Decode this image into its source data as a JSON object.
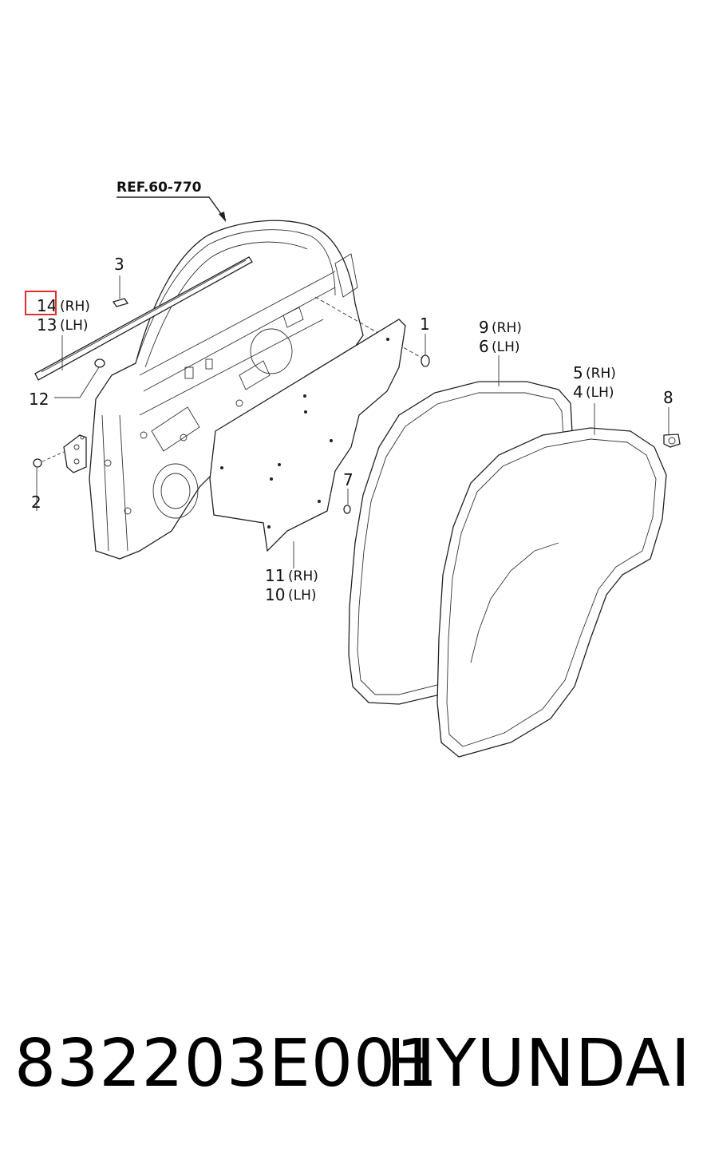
{
  "reference": "REF.60-770",
  "highlight": {
    "color": "#e03030",
    "target": "14"
  },
  "callouts": [
    {
      "id": "c1",
      "number": "1"
    },
    {
      "id": "c2",
      "number": "2"
    },
    {
      "id": "c3",
      "number": "3"
    },
    {
      "id": "c4",
      "number": "4",
      "side": "(LH)"
    },
    {
      "id": "c5",
      "number": "5",
      "side": "(RH)"
    },
    {
      "id": "c6",
      "number": "6",
      "side": "(LH)"
    },
    {
      "id": "c7",
      "number": "7"
    },
    {
      "id": "c8",
      "number": "8"
    },
    {
      "id": "c9",
      "number": "9",
      "side": "(RH)"
    },
    {
      "id": "c10",
      "number": "10",
      "side": "(LH)"
    },
    {
      "id": "c11",
      "number": "11",
      "side": "(RH)"
    },
    {
      "id": "c12",
      "number": "12"
    },
    {
      "id": "c13",
      "number": "13",
      "side": "(LH)"
    },
    {
      "id": "c14",
      "number": "14",
      "side": "(RH)"
    }
  ],
  "footer": {
    "part_number": "832203E001",
    "brand": "HYUNDAI"
  }
}
